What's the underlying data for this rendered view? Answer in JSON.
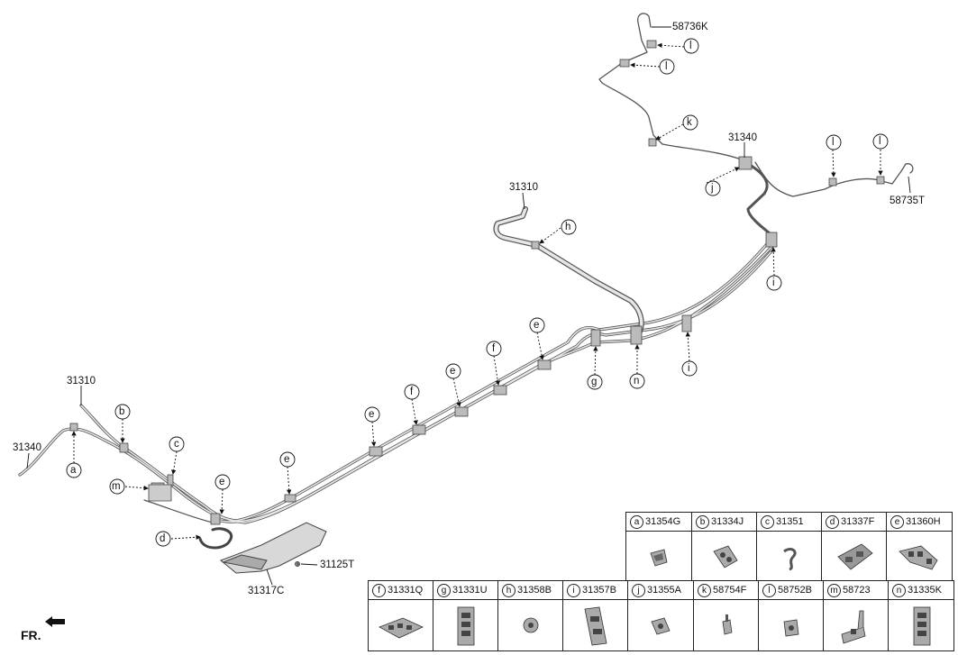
{
  "callouts": {
    "a": "a",
    "b": "b",
    "c": "c",
    "d": "d",
    "e": "e",
    "f": "f",
    "g": "g",
    "h": "h",
    "i": "i",
    "j": "j",
    "k": "k",
    "l": "l",
    "m": "m",
    "n": "n"
  },
  "part_labels": {
    "p31310_left": "31310",
    "p31340_left": "31340",
    "p31310_right": "31310",
    "p31340_right": "31340",
    "p58736K": "58736K",
    "p58735T": "58735T",
    "p31125T": "31125T",
    "p31317C": "31317C"
  },
  "legend": {
    "row1": [
      {
        "letter": "a",
        "part": "31354G",
        "icon": "clip-icon"
      },
      {
        "letter": "b",
        "part": "31334J",
        "icon": "double-clip-icon"
      },
      {
        "letter": "c",
        "part": "31351",
        "icon": "spring-clip-icon"
      },
      {
        "letter": "d",
        "part": "31337F",
        "icon": "block-clip-icon"
      },
      {
        "letter": "e",
        "part": "31360H",
        "icon": "multi-clip-icon"
      }
    ],
    "row2": [
      {
        "letter": "f",
        "part": "31331Q",
        "icon": "flat-holder-icon"
      },
      {
        "letter": "g",
        "part": "31331U",
        "icon": "tall-holder-icon"
      },
      {
        "letter": "h",
        "part": "31358B",
        "icon": "grommet-icon"
      },
      {
        "letter": "i",
        "part": "31357B",
        "icon": "angled-holder-icon"
      },
      {
        "letter": "j",
        "part": "31355A",
        "icon": "small-clip-icon"
      },
      {
        "letter": "k",
        "part": "58754F",
        "icon": "push-clip-icon"
      },
      {
        "letter": "l",
        "part": "58752B",
        "icon": "cup-clip-icon"
      },
      {
        "letter": "m",
        "part": "58723",
        "icon": "bracket-icon"
      },
      {
        "letter": "n",
        "part": "31335K",
        "icon": "stack-holder-icon"
      }
    ]
  },
  "front": {
    "label": "FR."
  }
}
